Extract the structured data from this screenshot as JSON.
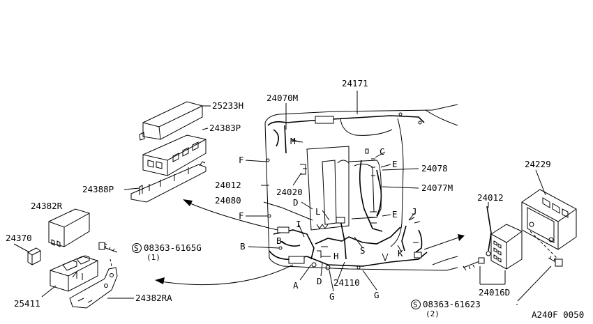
{
  "diagram_code": "A240F 0050",
  "parts": {
    "p25233H": "25233H",
    "p24383P": "24383P",
    "p24388P": "24388P",
    "p24382R": "24382R",
    "p24370": "24370",
    "p25411": "25411",
    "p24382RA": "24382RA",
    "p24070M": "24070M",
    "p24171": "24171",
    "p24012_left": "24012",
    "p24020": "24020",
    "p24080": "24080",
    "p24078": "24078",
    "p24077M": "24077M",
    "p24110": "24110",
    "p24229": "24229",
    "p24012_right": "24012",
    "p24016D": "24016D"
  },
  "screws": [
    {
      "number": "08363-6165G",
      "qty": "(1)"
    },
    {
      "number": "08363-61623",
      "qty": "(2)"
    }
  ],
  "screw_symbol": "S",
  "letters": {
    "F1": "F",
    "F2": "F",
    "M": "M",
    "C": "C",
    "E1": "E",
    "E2": "E",
    "D": "D",
    "L": "L",
    "I": "I",
    "B1": "B",
    "B2": "B",
    "J": "J",
    "S": "S",
    "K": "K",
    "H": "H",
    "A": "A",
    "D2": "D",
    "G1": "G",
    "G2": "G"
  }
}
